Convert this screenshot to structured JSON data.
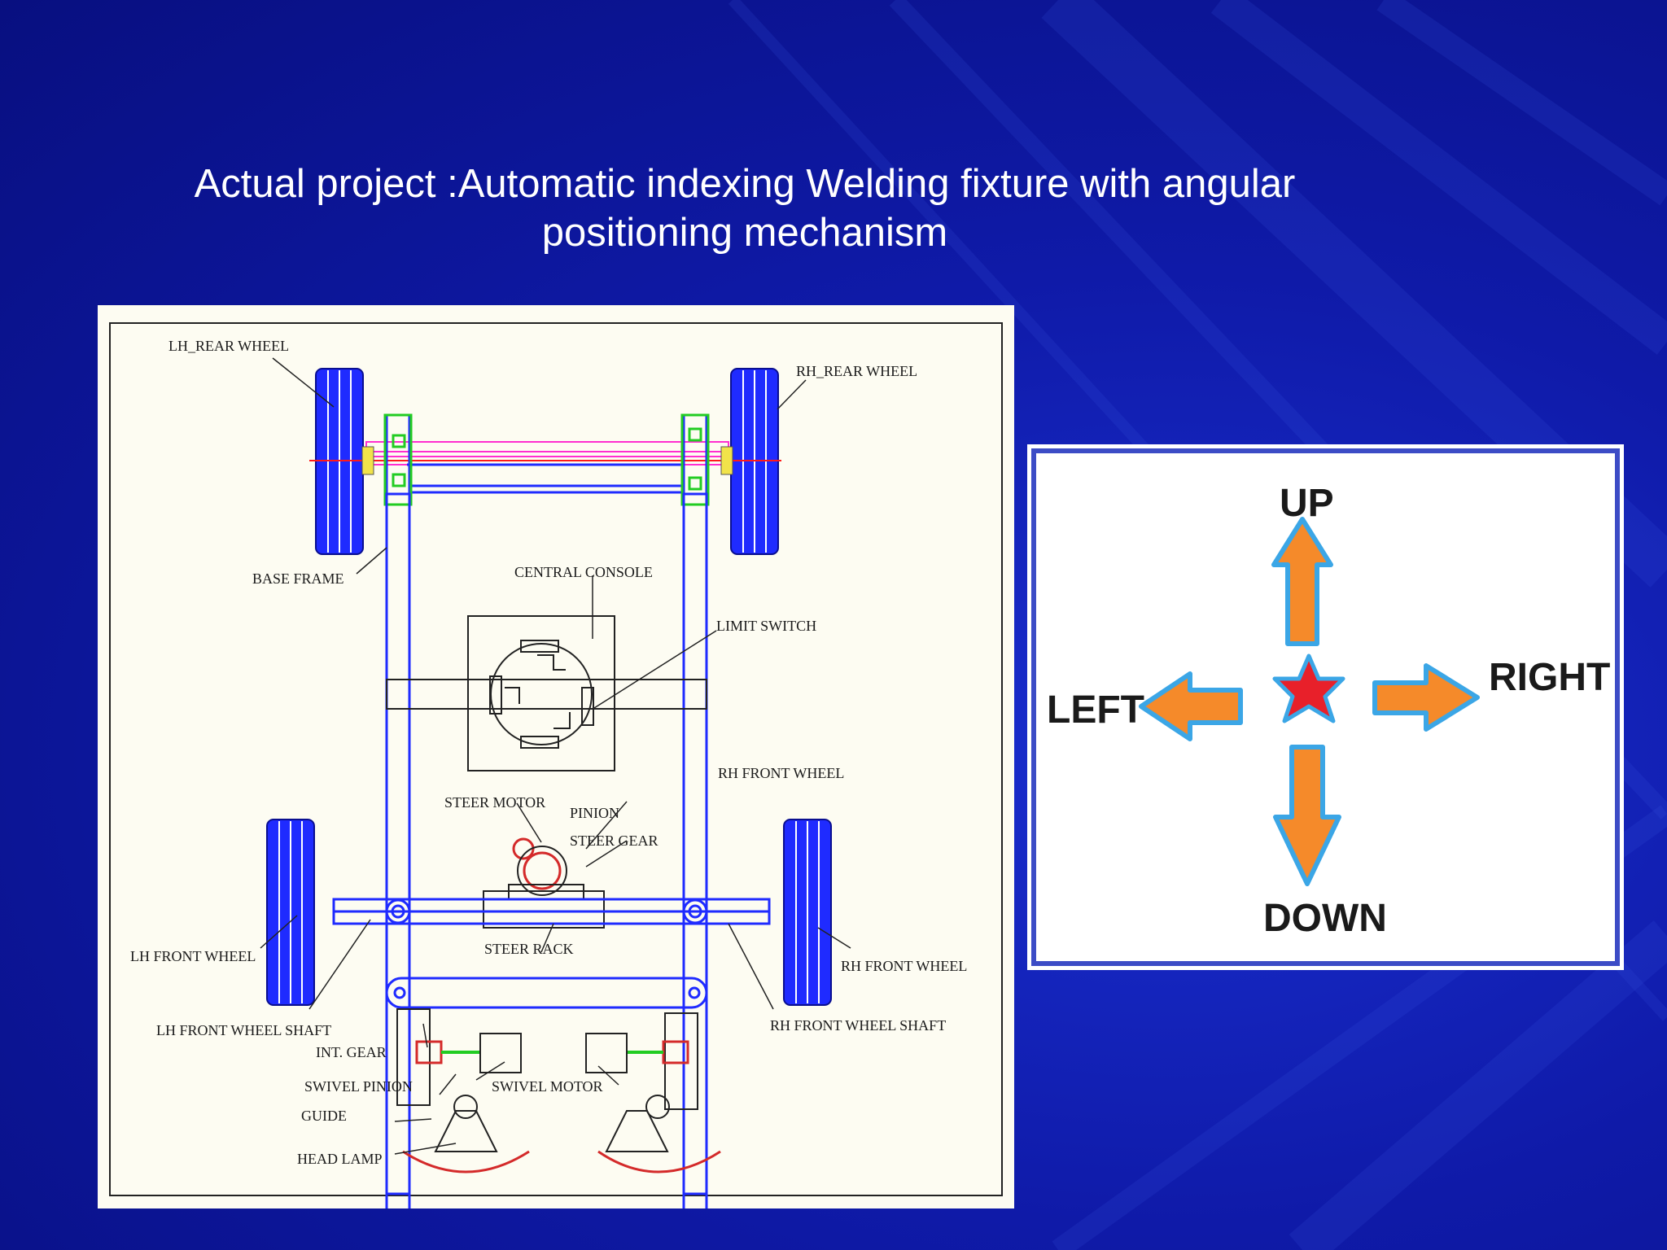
{
  "title": {
    "line1": "Actual project :Automatic indexing Welding fixture with angular",
    "line2": "positioning mechanism"
  },
  "drawing": {
    "labels": {
      "lh_rear_wheel": "LH_REAR WHEEL",
      "rh_rear_wheel": "RH_REAR WHEEL",
      "base_frame": "BASE FRAME",
      "central_console": "CENTRAL CONSOLE",
      "limit_switch": "LIMIT SWITCH",
      "rh_front_wheel_top": "RH FRONT WHEEL",
      "steer_motor": "STEER MOTOR",
      "pinion": "PINION",
      "steer_gear": "STEER GEAR",
      "steer_rack": "STEER RACK",
      "lh_front_wheel": "LH FRONT WHEEL",
      "rh_front_wheel": "RH FRONT WHEEL",
      "lh_front_wheel_shaft": "LH FRONT WHEEL SHAFT",
      "rh_front_wheel_shaft": "RH FRONT WHEEL SHAFT",
      "int_gear": "INT. GEAR",
      "swivel_pinion": "SWIVEL PINION",
      "swivel_motor": "SWIVEL MOTOR",
      "guide": "GUIDE",
      "head_lamp": "HEAD LAMP"
    }
  },
  "directions": {
    "up": "UP",
    "down": "DOWN",
    "left": "LEFT",
    "right": "RIGHT"
  },
  "colors": {
    "background": "#0f1aa8",
    "frame_blue": "#1f2bff",
    "arrow_orange": "#f58a2a",
    "arrow_outline": "#3ba6e6",
    "star_red": "#e8202a",
    "direction_border": "#3c4cc6"
  }
}
